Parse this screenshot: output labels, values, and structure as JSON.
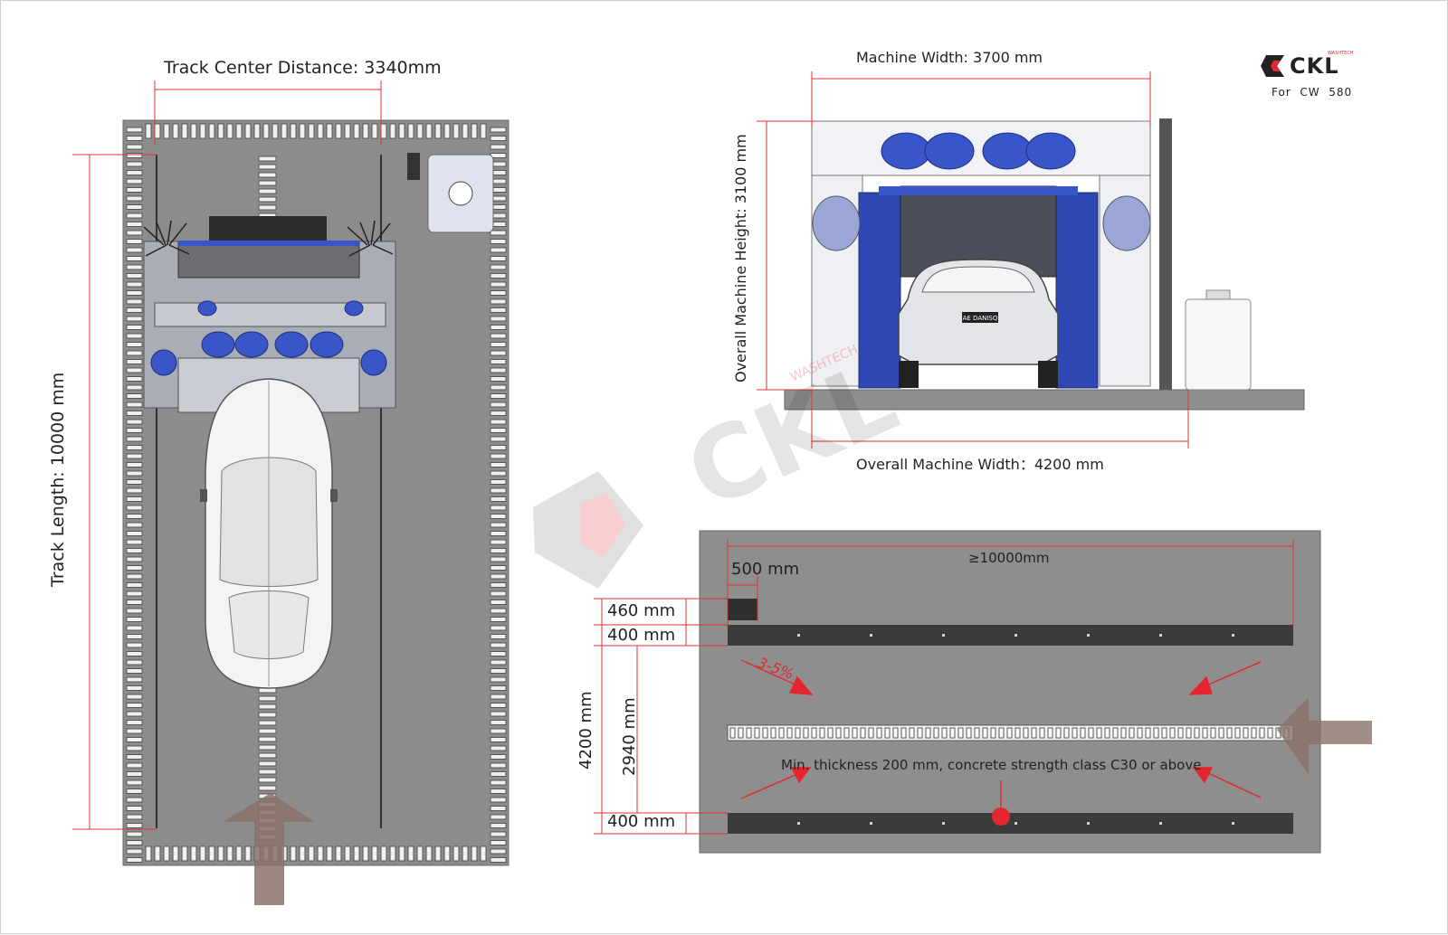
{
  "brand": {
    "logo_text": "CKL",
    "logo_small": "WASHTECH",
    "model": "For  CW  580",
    "watermark": "CKL",
    "watermark_small": "WASHTECH",
    "accent_color": "#e3262f",
    "machine_blue": "#3a55c8"
  },
  "top_view": {
    "track_center_distance": "Track Center Distance: 3340mm",
    "track_length": "Track Length: 10000 mm"
  },
  "front_view": {
    "machine_width": "Machine Width: 3700 mm",
    "overall_height": "Overall Machine Height: 3100 mm",
    "overall_width": "Overall Machine Width：4200 mm",
    "plate_text": "AE DANISQ"
  },
  "foundation": {
    "length": "≥10000mm",
    "offset": "500 mm",
    "drain_width": "460 mm",
    "track_top": "400 mm",
    "inner": "2940 mm",
    "track_bottom": "400 mm",
    "total_width": "4200 mm",
    "slope": "3-5%",
    "note": "Min. thickness 200 mm, concrete strength class C30 or above"
  }
}
